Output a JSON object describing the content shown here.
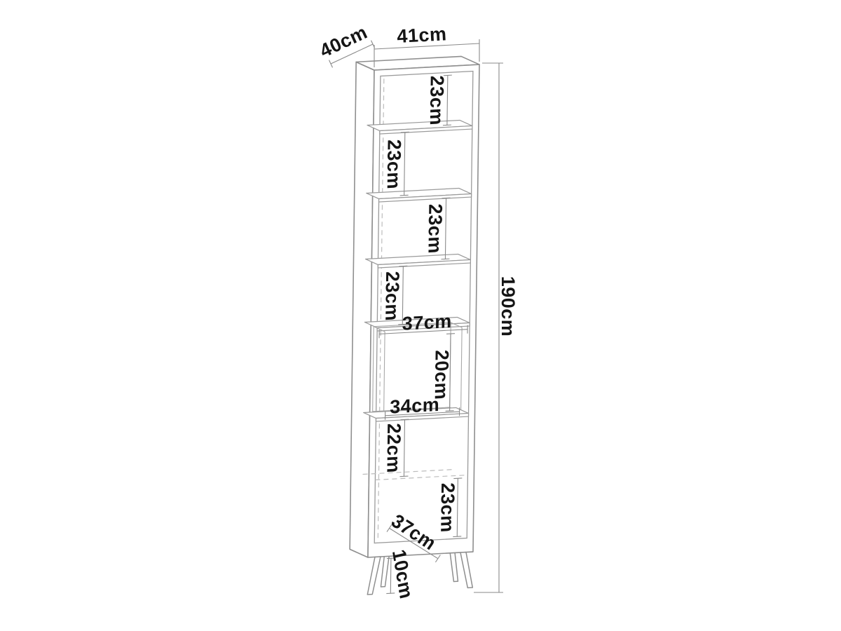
{
  "figure": {
    "type": "furniture-dimension-diagram",
    "item": "tall narrow shelving cabinet on splayed legs"
  },
  "labels": {
    "depth_top": "40cm",
    "width_top": "41cm",
    "height_total": "190cm",
    "shelf1": "23cm",
    "shelf2": "23cm",
    "shelf3": "23cm",
    "shelf4": "23cm",
    "interior_width": "37cm",
    "niche_height": "20cm",
    "niche_width": "34cm",
    "shelf6": "22cm",
    "shelf7": "23cm",
    "bottom_depth": "37cm",
    "leg_height": "10cm"
  },
  "colors": {
    "background": "#ffffff",
    "line": "#8f8f8f",
    "dashed_line": "#bcbcbc",
    "text": "#151515"
  }
}
